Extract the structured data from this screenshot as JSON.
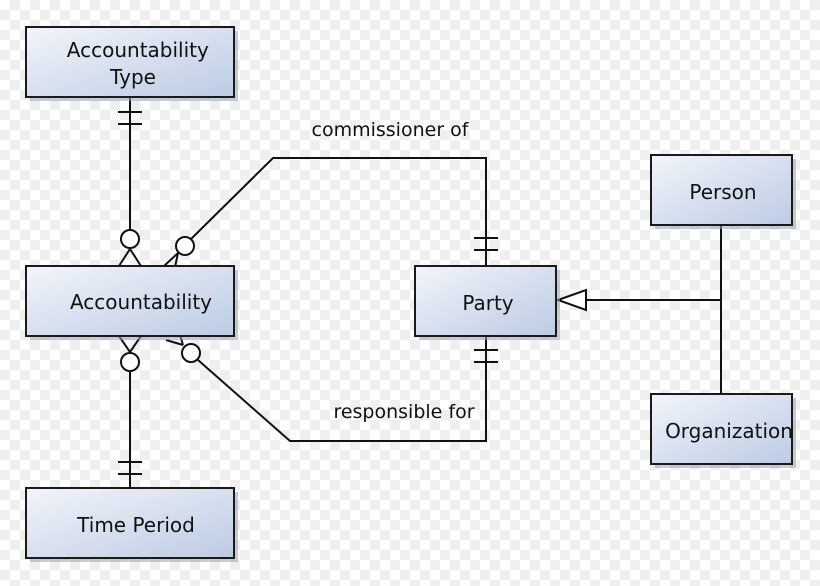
{
  "entities": {
    "accountability_type": [
      "Accountability",
      "Type"
    ],
    "accountability": "Accountability",
    "time_period": "Time Period",
    "party": "Party",
    "person": "Person",
    "organization": "Organization"
  },
  "relationships": {
    "commissioner": "commissioner of",
    "responsible": "responsible for"
  },
  "colors": {
    "box_fill_light": "#f2f5fb",
    "box_fill_dark": "#bccbe3",
    "line": "#111111"
  }
}
